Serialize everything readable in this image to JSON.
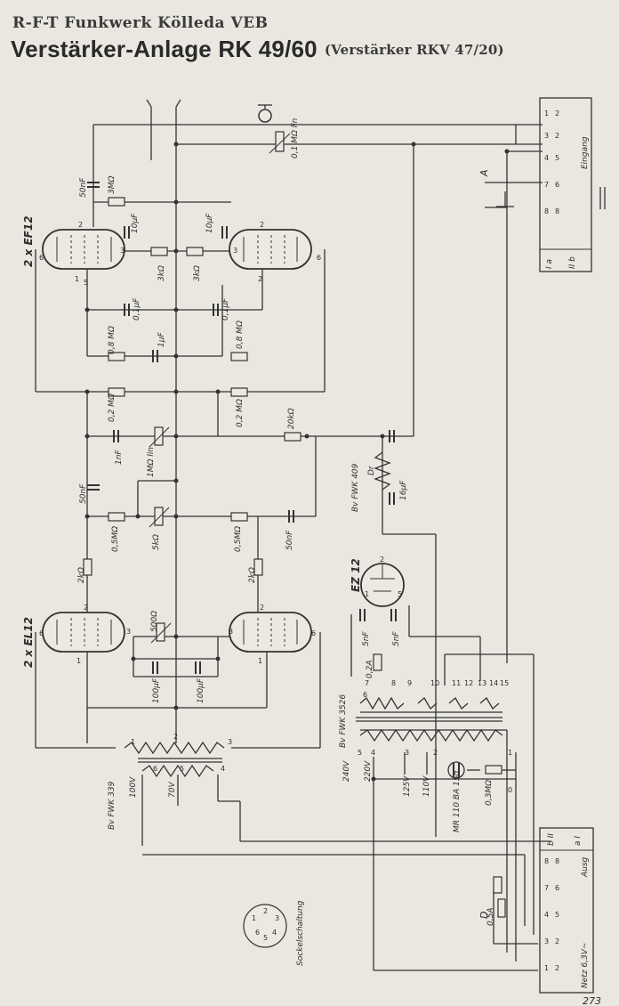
{
  "header": {
    "line1": "R-F-T Funkwerk Kölleda VEB",
    "title": "Verstärker-Anlage RK 49/60",
    "subtitle": "(Verstärker RKV 47/20)"
  },
  "labels": {
    "tube_ef12": "2 x EF12",
    "tube_el12": "2 x EL12",
    "tube_ez12": "EZ 12",
    "pot_input": "0,1 MΩ lin",
    "c_50nf": "50nF",
    "r_3m": "3MΩ",
    "c_10uf": "10μF",
    "r_3k": "3kΩ",
    "c_01uf": "0,1μF",
    "r_08m": "0,8 MΩ",
    "c_1uf": "1μF",
    "r_02m": "0,2 MΩ",
    "r_20k": "20kΩ",
    "c_1nf": "1nF",
    "pot_1m": "1MΩ lin",
    "r_05m": "0,5MΩ",
    "pot_5k": "5kΩ",
    "r_2k": "2kΩ",
    "pot_500": "500Ω",
    "c_100uf": "100μF",
    "choke": "Bv FWK 409",
    "choke_dr": "Dr",
    "c_16uf": "16μF",
    "c_5nf": "5nF",
    "fuse_02a": "0,2A",
    "power_tr": "Bv FWK 3526",
    "out_tr": "Bv FWK 339",
    "v240": "240V",
    "v220": "220V",
    "v125": "125V",
    "v110": "110V",
    "v100": "100V",
    "v70": "70V",
    "r_03m": "0,3MΩ",
    "rectifier": "MR 110 BA 15d",
    "fuse_05a": "0,5A",
    "socket": "Sockelschaltung",
    "eingang": "Eingang",
    "ausg": "Ausg",
    "netz": "Netz 6,3V~",
    "conn_a": "A",
    "conn_d": "D",
    "row_ia": "I a",
    "row_iib": "II b",
    "row_bii": "b II",
    "row_ai": "a I",
    "page_number": "273"
  }
}
